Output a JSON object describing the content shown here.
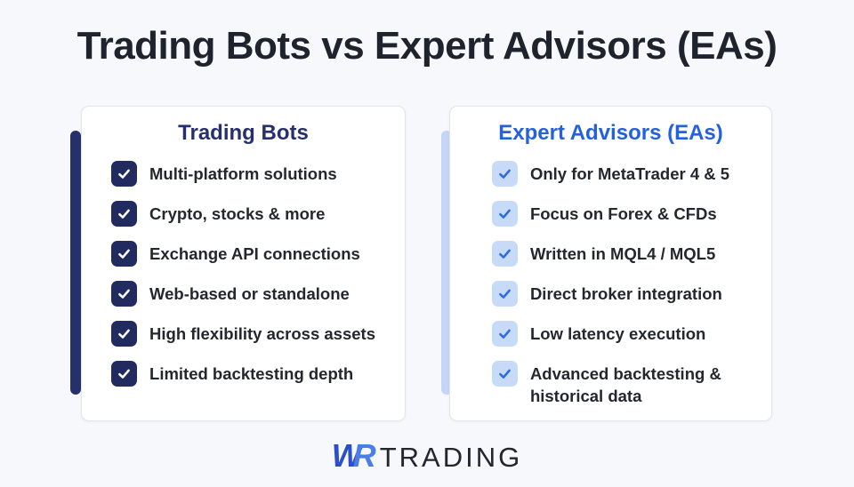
{
  "title": "Trading Bots vs Expert Advisors (EAs)",
  "cards": [
    {
      "title": "Trading Bots",
      "items": [
        "Multi-platform solutions",
        "Crypto, stocks & more",
        "Exchange API connections",
        "Web-based or standalone",
        "High flexibility across assets",
        "Limited backtesting depth"
      ]
    },
    {
      "title": "Expert Advisors (EAs)",
      "items": [
        "Only for MetaTrader 4 & 5",
        "Focus on Forex & CFDs",
        "Written in MQL4 / MQL5",
        "Direct broker integration",
        "Low latency execution",
        "Advanced backtesting &\nhistorical data"
      ]
    }
  ],
  "logo": {
    "wr_w": "W",
    "wr_r": "R",
    "trading": "TRADING"
  },
  "colors": {
    "background": "#f6f8fb",
    "main_title_text": "#1f232e",
    "card_background": "#ffffff",
    "card_border": "#e2e5ec",
    "left_accent_bar": "#27306a",
    "left_card_title": "#272f6d",
    "left_checkbox_background": "#222b60",
    "left_checkmark": "#ffffff",
    "right_accent_bar": "#c5d4f7",
    "right_card_title": "#2461dd",
    "right_checkbox_background": "#c7dbf9",
    "right_checkmark": "#2e6bdf",
    "item_text": "#24272e",
    "logo_w": "#2b4fc7",
    "logo_r": "#4a7de8",
    "logo_trading_text": "#23262e"
  }
}
